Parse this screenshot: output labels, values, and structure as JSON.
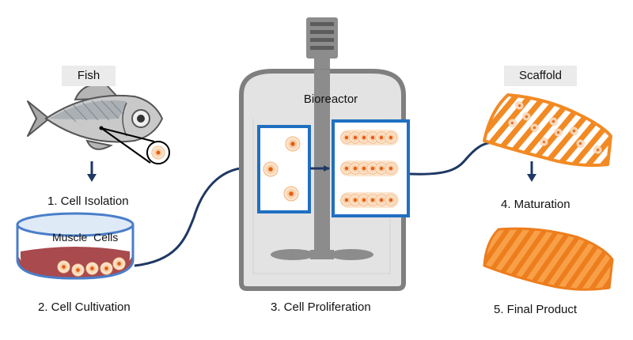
{
  "labels": {
    "fish": "Fish",
    "muscle_cells": "Muscle  Cells",
    "bioreactor": "Bioreactor",
    "scaffold": "Scaffold"
  },
  "steps": {
    "s1": "1. Cell Isolation",
    "s2": "2. Cell Cultivation",
    "s3": "3. Cell Proliferation",
    "s4": "4. Maturation",
    "s5": "5. Final Product"
  },
  "colors": {
    "arrow": "#1f3864",
    "box_blue": "#1f6fc1",
    "orange": "#f28a24",
    "dish_fill": "#a84a4e",
    "reactor_body": "#e3e3e3",
    "reactor_outline": "#7f7f7f"
  }
}
